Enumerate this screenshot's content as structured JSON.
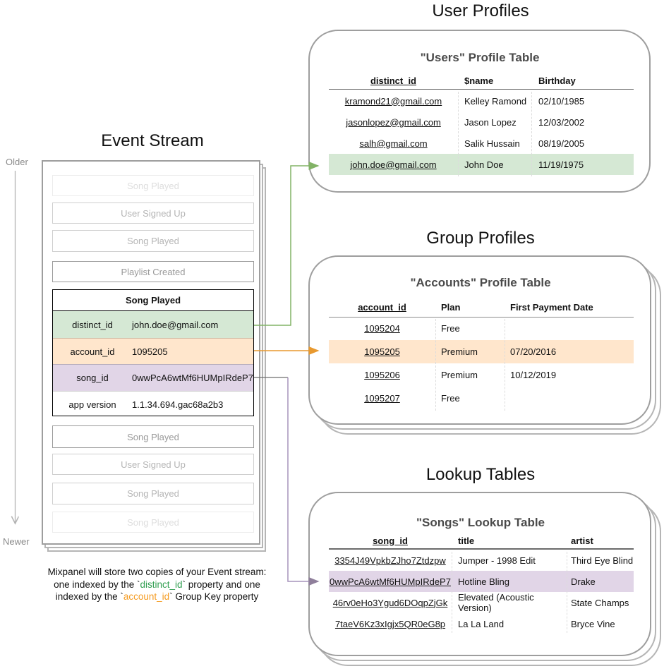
{
  "titles": {
    "event_stream": "Event Stream",
    "user_profiles": "User Profiles",
    "group_profiles": "Group Profiles",
    "lookup_tables": "Lookup Tables"
  },
  "axis": {
    "older": "Older",
    "newer": "Newer"
  },
  "colors": {
    "green_bg": "#d5e8d4",
    "green_line": "#82b366",
    "orange_bg": "#ffe6cc",
    "orange_line": "#e8992f",
    "purple_bg": "#e1d5e7",
    "purple_line": "#a694bc",
    "card_border": "#9e9e9e"
  },
  "event_stream": {
    "collapsed_top": [
      "Song Played",
      "User Signed Up",
      "Song Played",
      "Playlist Created"
    ],
    "expanded": {
      "title": "Song Played",
      "rows": [
        {
          "key": "distinct_id",
          "value": "john.doe@gmail.com"
        },
        {
          "key": "account_id",
          "value": "1095205"
        },
        {
          "key": "song_id",
          "value": "0wwPcA6wtMf6HUMpIRdeP7"
        },
        {
          "key": "app version",
          "value": "1.1.34.694.gac68a2b3"
        }
      ]
    },
    "collapsed_bottom": [
      "Song Played",
      "User Signed Up",
      "Song Played",
      "Song Played"
    ]
  },
  "user_table": {
    "title": "\"Users\" Profile Table",
    "columns": [
      "distinct_id",
      "$name",
      "Birthday"
    ],
    "rows": [
      {
        "distinct_id": "kramond21@gmail.com",
        "name": "Kelley Ramond",
        "birthday": "02/10/1985"
      },
      {
        "distinct_id": "jasonlopez@gmail.com",
        "name": "Jason Lopez",
        "birthday": "12/03/2002"
      },
      {
        "distinct_id": "salh@gmail.com",
        "name": "Salik Hussain",
        "birthday": "08/19/2005"
      },
      {
        "distinct_id": "john.doe@gmail.com",
        "name": "John Doe",
        "birthday": "11/19/1975"
      }
    ],
    "highlighted_row": "john.doe@gmail.com"
  },
  "group_table": {
    "title": "\"Accounts\" Profile Table",
    "columns": [
      "account_id",
      "Plan",
      "First Payment Date"
    ],
    "rows": [
      {
        "account_id": "1095204",
        "plan": "Free",
        "first_payment": ""
      },
      {
        "account_id": "1095205",
        "plan": "Premium",
        "first_payment": "07/20/2016"
      },
      {
        "account_id": "1095206",
        "plan": "Premium",
        "first_payment": "10/12/2019"
      },
      {
        "account_id": "1095207",
        "plan": "Free",
        "first_payment": ""
      }
    ],
    "highlighted_row": "1095205"
  },
  "lookup_table": {
    "title": "\"Songs\" Lookup Table",
    "columns": [
      "song_id",
      "title",
      "artist"
    ],
    "rows": [
      {
        "song_id": "3354J49VpkbZJho7Ztdzpw",
        "title": "Jumper - 1998 Edit",
        "artist": "Third Eye Blind"
      },
      {
        "song_id": "0wwPcA6wtMf6HUMpIRdeP7",
        "title": "Hotline Bling",
        "artist": "Drake"
      },
      {
        "song_id": "46rv0eHo3Ygud6DOqpZjGk",
        "title": "Elevated (Acoustic Version)",
        "artist": "State Champs"
      },
      {
        "song_id": "7taeV6Kz3xIgjx5QR0eG8p",
        "title": "La La Land",
        "artist": "Bryce Vine"
      }
    ],
    "highlighted_row": "0wwPcA6wtMf6HUMpIRdeP7"
  },
  "caption": {
    "line1": "Mixpanel will store two copies of your Event stream:",
    "line2_pre": "one indexed by the `",
    "line2_code": "distinct_id",
    "line2_post": "` property and one",
    "line3_pre": "indexed by the `",
    "line3_code": "account_id",
    "line3_post": "` Group Key property"
  }
}
